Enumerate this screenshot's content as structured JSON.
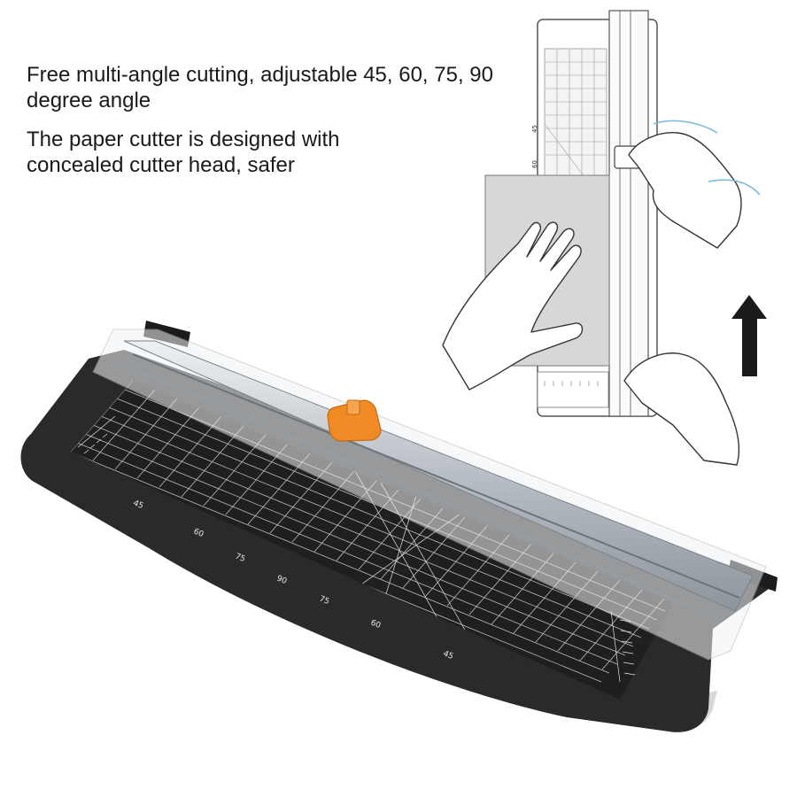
{
  "captions": {
    "angle": "Free multi-angle cutting, adjustable 45, 60, 75, 90 degree angle",
    "safety": "The paper cutter is designed with concealed cutter head, safer"
  },
  "colors": {
    "base": "#262626",
    "grid": "#d9d9d9",
    "rail": "#c9cdd2",
    "cutter_head": "#f08a24",
    "arrow": "#1a1a1a"
  },
  "cutter_angle_labels": [
    "45",
    "60",
    "75",
    "90",
    "75",
    "60",
    "45"
  ],
  "inset_angle_labels": [
    "45",
    "60"
  ],
  "icons": [
    "paper-cutter",
    "cutter-head",
    "hand-left",
    "hand-right",
    "hand-bottom",
    "up-arrow"
  ]
}
